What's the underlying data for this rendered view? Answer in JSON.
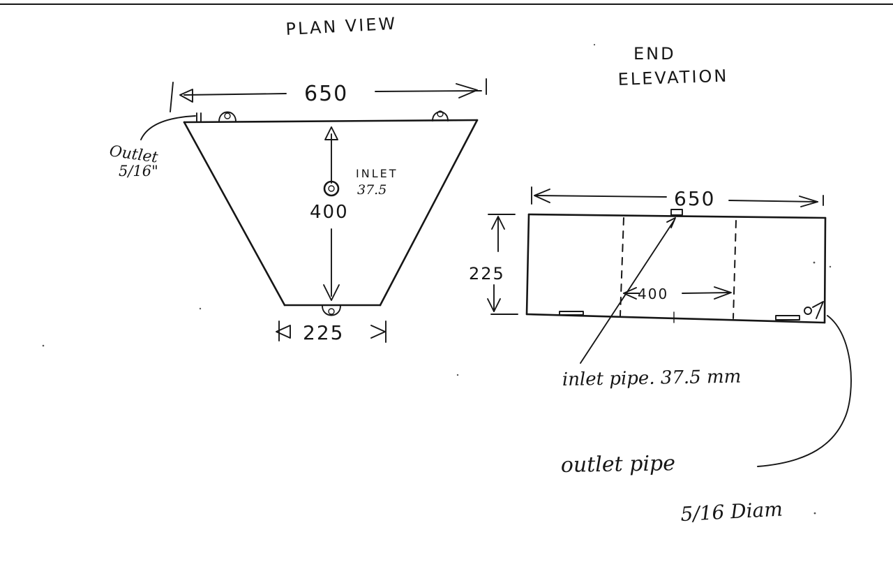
{
  "plan": {
    "title": "PLAN VIEW",
    "width_top": "650",
    "width_bottom": "225",
    "depth": "400",
    "inlet_label": "INLET",
    "inlet_size": "37.5",
    "outlet_label": "Outlet",
    "outlet_size": "5/16\""
  },
  "end": {
    "title_line1": "END",
    "title_line2": "ELEVATION",
    "width": "650",
    "height": "225",
    "inner": "400",
    "inlet_note": "inlet pipe. 37.5 mm",
    "outlet_note_line1": "outlet pipe",
    "outlet_note_line2": "5/16 Diam"
  }
}
